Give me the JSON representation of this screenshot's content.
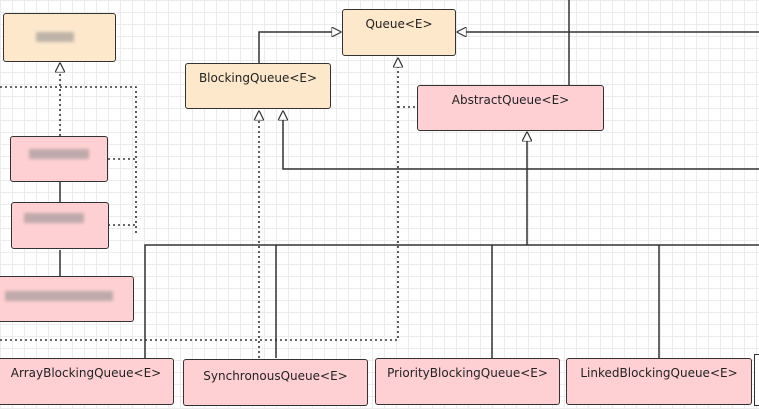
{
  "colors": {
    "interface_fill": "#fde8cc",
    "class_fill": "#ffd0d3",
    "stroke": "#333333"
  },
  "nodes": {
    "queue": "Queue<E>",
    "blocking_queue": "BlockingQueue<E>",
    "abstract_queue": "AbstractQueue<E>",
    "array_blocking_queue": "ArrayBlockingQueue<E>",
    "synchronous_queue": "SynchronousQueue<E>",
    "priority_blocking_queue": "PriorityBlockingQueue<E>",
    "linked_blocking_queue": "LinkedBlockingQueue<E>"
  }
}
